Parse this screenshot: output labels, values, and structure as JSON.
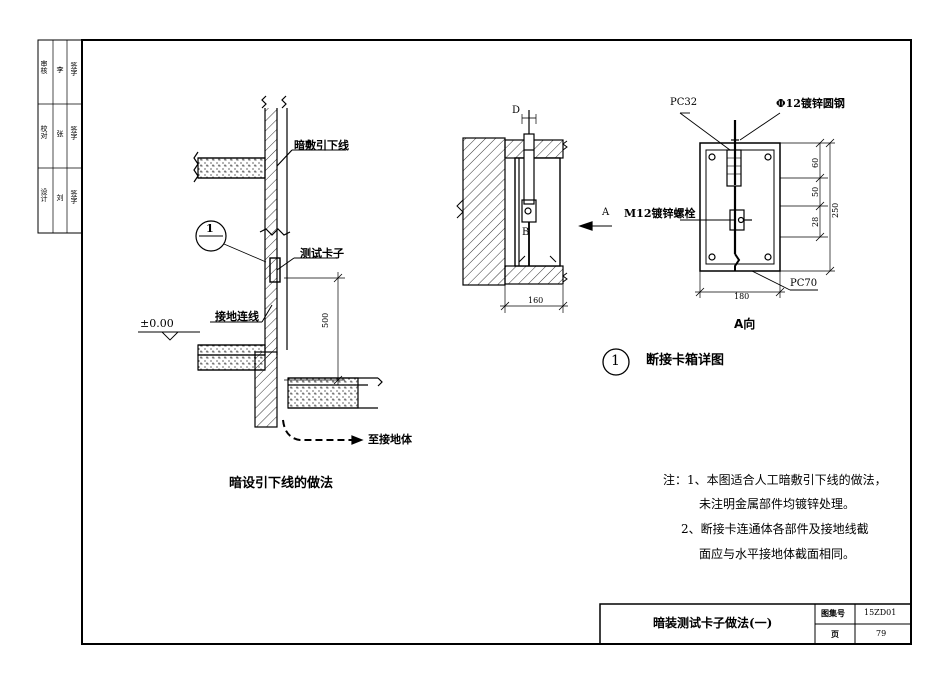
{
  "left_stamp": {
    "col1": [
      "审核",
      "校对",
      "设计"
    ],
    "col2": [
      "李",
      "张",
      "刘"
    ],
    "col3": [
      "签字",
      "签字",
      "签字"
    ]
  },
  "left_detail": {
    "label_conductor": "暗敷引下线",
    "label_test_clamp": "测试卡子",
    "label_ground_conn": "接地连线",
    "label_level": "±0.00",
    "label_dim_500": "500",
    "label_to_ground": "至接地体",
    "callout_num": "1",
    "title": "暗设引下线的做法"
  },
  "mid_detail": {
    "label_D": "D",
    "label_B": "B",
    "label_A": "A",
    "label_160": "160"
  },
  "right_detail": {
    "label_pc32": "PC32",
    "label_phi12": "Φ12镀锌圆钢",
    "label_m12": "M12镀锌螺栓",
    "label_pc70": "PC70",
    "label_180": "180",
    "label_60": "60",
    "label_50": "50",
    "label_28": "28",
    "label_250": "250",
    "view_label": "A向",
    "callout_num": "1",
    "callout_title": "断接卡箱详图"
  },
  "notes": {
    "line1": "注：1、本图适合人工暗敷引下线的做法，",
    "line2": "未注明金属部件均镀锌处理。",
    "line3": "2、断接卡连通体各部件及接地线截",
    "line4": "面应与水平接地体截面相同。"
  },
  "title_block": {
    "title": "暗装测试卡子做法(一)",
    "atlas_label": "图集号",
    "atlas_value": "15ZD01",
    "page_label": "页",
    "page_value": "79"
  }
}
